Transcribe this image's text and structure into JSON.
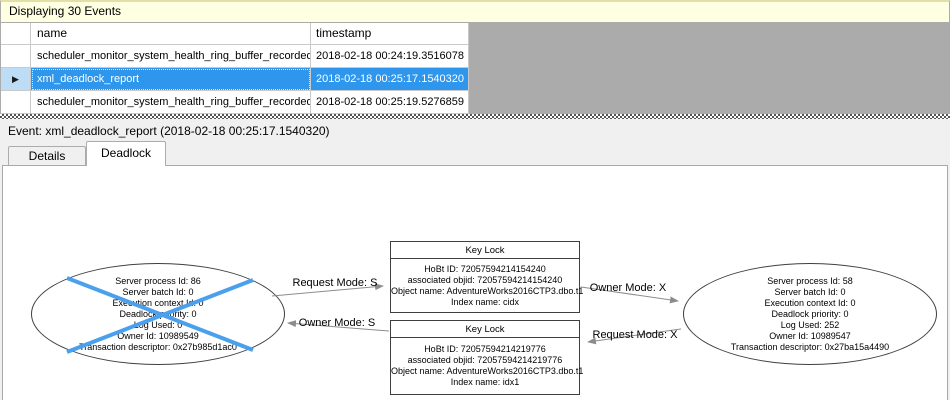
{
  "header": {
    "title": "Displaying 30 Events"
  },
  "grid": {
    "columns": {
      "name": "name",
      "timestamp": "timestamp"
    },
    "selected_marker": "▶",
    "rows": [
      {
        "name": "scheduler_monitor_system_health_ring_buffer_recorded",
        "timestamp": "2018-02-18 00:24:19.3516078",
        "selected": false
      },
      {
        "name": "xml_deadlock_report",
        "timestamp": "2018-02-18 00:25:17.1540320",
        "selected": true
      },
      {
        "name": "scheduler_monitor_system_health_ring_buffer_recorded",
        "timestamp": "2018-02-18 00:25:19.5276859",
        "selected": false
      }
    ]
  },
  "event_bar": {
    "label": "Event: xml_deadlock_report (2018-02-18 00:25:17.1540320)"
  },
  "tabs": [
    {
      "label": "Details",
      "active": false
    },
    {
      "label": "Deadlock",
      "active": true
    }
  ],
  "deadlock_graph": {
    "processes": [
      {
        "role": "victim",
        "lines": [
          "Server process Id: 86",
          "Server batch Id: 0",
          "Execution context Id: 0",
          "Deadlock priority: 0",
          "Log Used: 0",
          "Owner Id: 10989549",
          "Transaction descriptor: 0x27b985d1ac0"
        ]
      },
      {
        "role": "survivor",
        "lines": [
          "Server process Id: 58",
          "Server batch Id: 0",
          "Execution context Id: 0",
          "Deadlock priority: 0",
          "Log Used: 252",
          "Owner Id: 10989547",
          "Transaction descriptor: 0x27ba15a4490"
        ]
      }
    ],
    "resources": [
      {
        "title": "Key Lock",
        "lines": [
          "HoBt ID: 72057594214154240",
          "associated objid: 72057594214154240",
          "Object name: AdventureWorks2016CTP3.dbo.t1",
          "Index name: cidx"
        ]
      },
      {
        "title": "Key Lock",
        "lines": [
          "HoBt ID: 72057594214219776",
          "associated objid: 72057594214219776",
          "Object name: AdventureWorks2016CTP3.dbo.t1",
          "Index name: idx1"
        ]
      }
    ],
    "edges": [
      {
        "label": "Request Mode: S"
      },
      {
        "label": "Owner Mode: S"
      },
      {
        "label": "Owner Mode: X"
      },
      {
        "label": "Request Mode: X"
      }
    ]
  },
  "colors": {
    "selection_blue": "#2E96EC",
    "victim_cross_blue": "#4BA0EE",
    "header_yellow": "#FFFFE1",
    "filler_gray": "#ABABAB",
    "arrow_gray": "#8C8C8C"
  }
}
